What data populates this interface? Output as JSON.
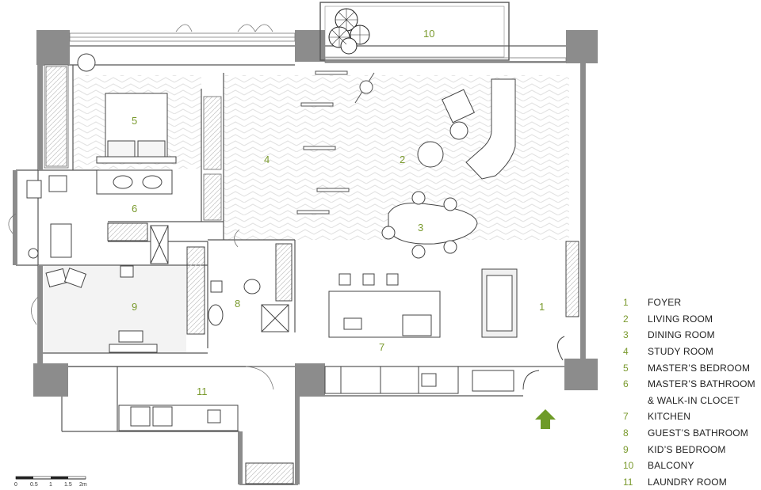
{
  "rooms": [
    {
      "num": "1",
      "label": "FOYER"
    },
    {
      "num": "2",
      "label": "LIVING ROOM"
    },
    {
      "num": "3",
      "label": "DINING ROOM"
    },
    {
      "num": "4",
      "label": "STUDY ROOM"
    },
    {
      "num": "5",
      "label": "MASTER’S BEDROOM"
    },
    {
      "num": "6",
      "label": "MASTER’S BATHROOM",
      "label_cont": "& WALK-IN CLOCET"
    },
    {
      "num": "7",
      "label": "KITCHEN"
    },
    {
      "num": "8",
      "label": "GUEST’S BATHROOM"
    },
    {
      "num": "9",
      "label": "KID’S BEDROOM"
    },
    {
      "num": "10",
      "label": "BALCONY"
    },
    {
      "num": "11",
      "label": "LAUNDRY ROOM"
    }
  ],
  "scale_bar": {
    "ticks": [
      "0",
      "0.5",
      "1",
      "1.5",
      "2m"
    ]
  },
  "colors": {
    "wall_fill": "#8c8c8c",
    "line": "#555555",
    "accent_green": "#7a9a2e",
    "entry_arrow": "#6e9b28",
    "floor_pattern": "#e6e6e6"
  },
  "icons": {
    "entry_arrow": "up-arrow-icon"
  }
}
